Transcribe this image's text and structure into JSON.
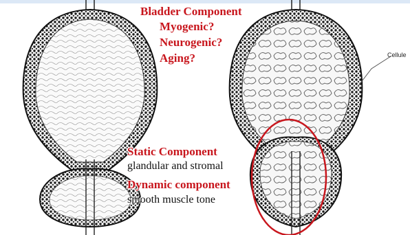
{
  "bladder": {
    "title": "Bladder Component",
    "items": [
      "Myogenic?",
      "Neurogenic?",
      "Aging?"
    ]
  },
  "static_component": {
    "title": "Static Component",
    "desc": "glandular and stromal"
  },
  "dynamic_component": {
    "title": "Dynamic component",
    "desc": "smooth muscle tone"
  },
  "side_label": "Cellule",
  "colors": {
    "accent_red": "#c8161d",
    "ink": "#1a1a1a",
    "header_band": "#dce8f6"
  }
}
